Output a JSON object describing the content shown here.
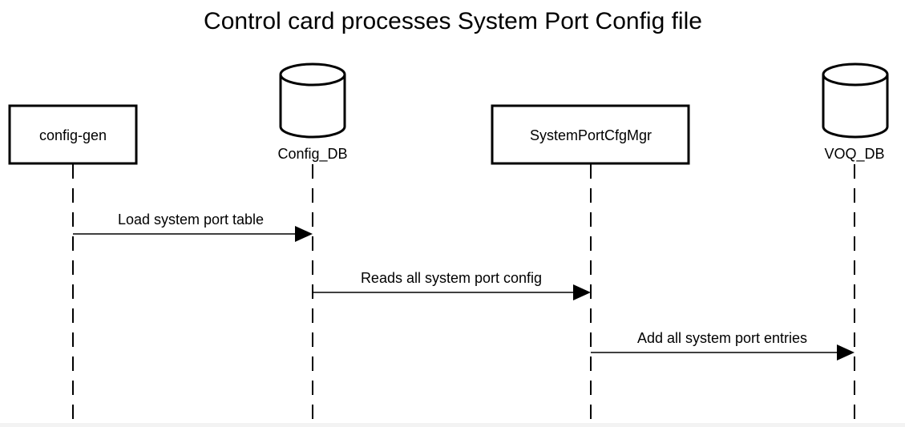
{
  "title": "Control card processes System Port Config file",
  "participants": [
    {
      "label": "config-gen",
      "kind": "box"
    },
    {
      "label": "Config_DB",
      "kind": "database"
    },
    {
      "label": "SystemPortCfgMgr",
      "kind": "box"
    },
    {
      "label": "VOQ_DB",
      "kind": "database"
    }
  ],
  "messages": [
    {
      "from": "config-gen",
      "to": "Config_DB",
      "label": "Load system port table"
    },
    {
      "from": "Config_DB",
      "to": "SystemPortCfgMgr",
      "label": "Reads all system port config"
    },
    {
      "from": "SystemPortCfgMgr",
      "to": "VOQ_DB",
      "label": "Add all system port entries"
    }
  ]
}
